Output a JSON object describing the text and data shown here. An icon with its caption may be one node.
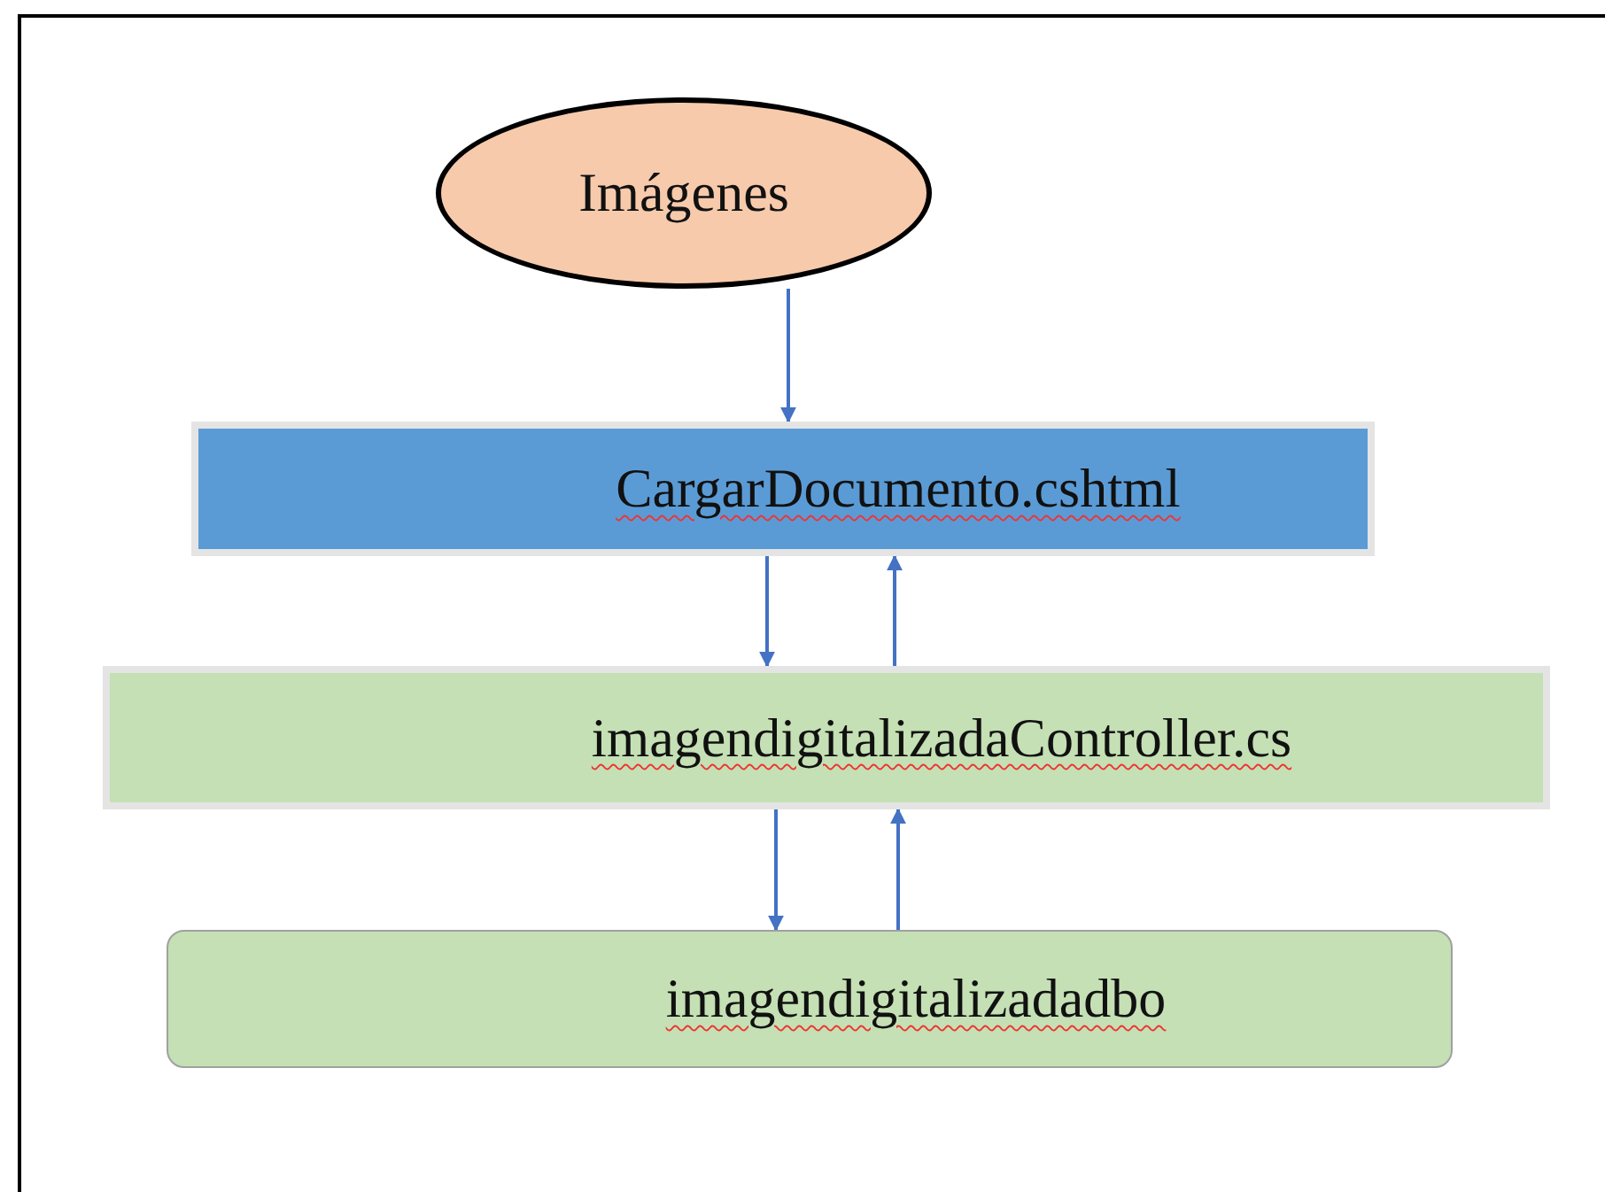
{
  "diagram": {
    "nodes": [
      {
        "text": [
          "Imágenes"
        ]
      },
      {
        "text": [
          "CargarDocumento.cshtml"
        ]
      },
      {
        "text": [
          "imagendigitalizadaController.cs"
        ]
      },
      {
        "text": [
          "imagendigitalizadadbo"
        ]
      }
    ],
    "edges": [
      {
        "from": 0,
        "to": 1,
        "arrow": "to"
      },
      {
        "from": 1,
        "to": 2,
        "arrow": "to"
      },
      {
        "from": 2,
        "to": 1,
        "arrow": "to"
      },
      {
        "from": 2,
        "to": 3,
        "arrow": "to"
      },
      {
        "from": 3,
        "to": 2,
        "arrow": "to"
      }
    ]
  }
}
